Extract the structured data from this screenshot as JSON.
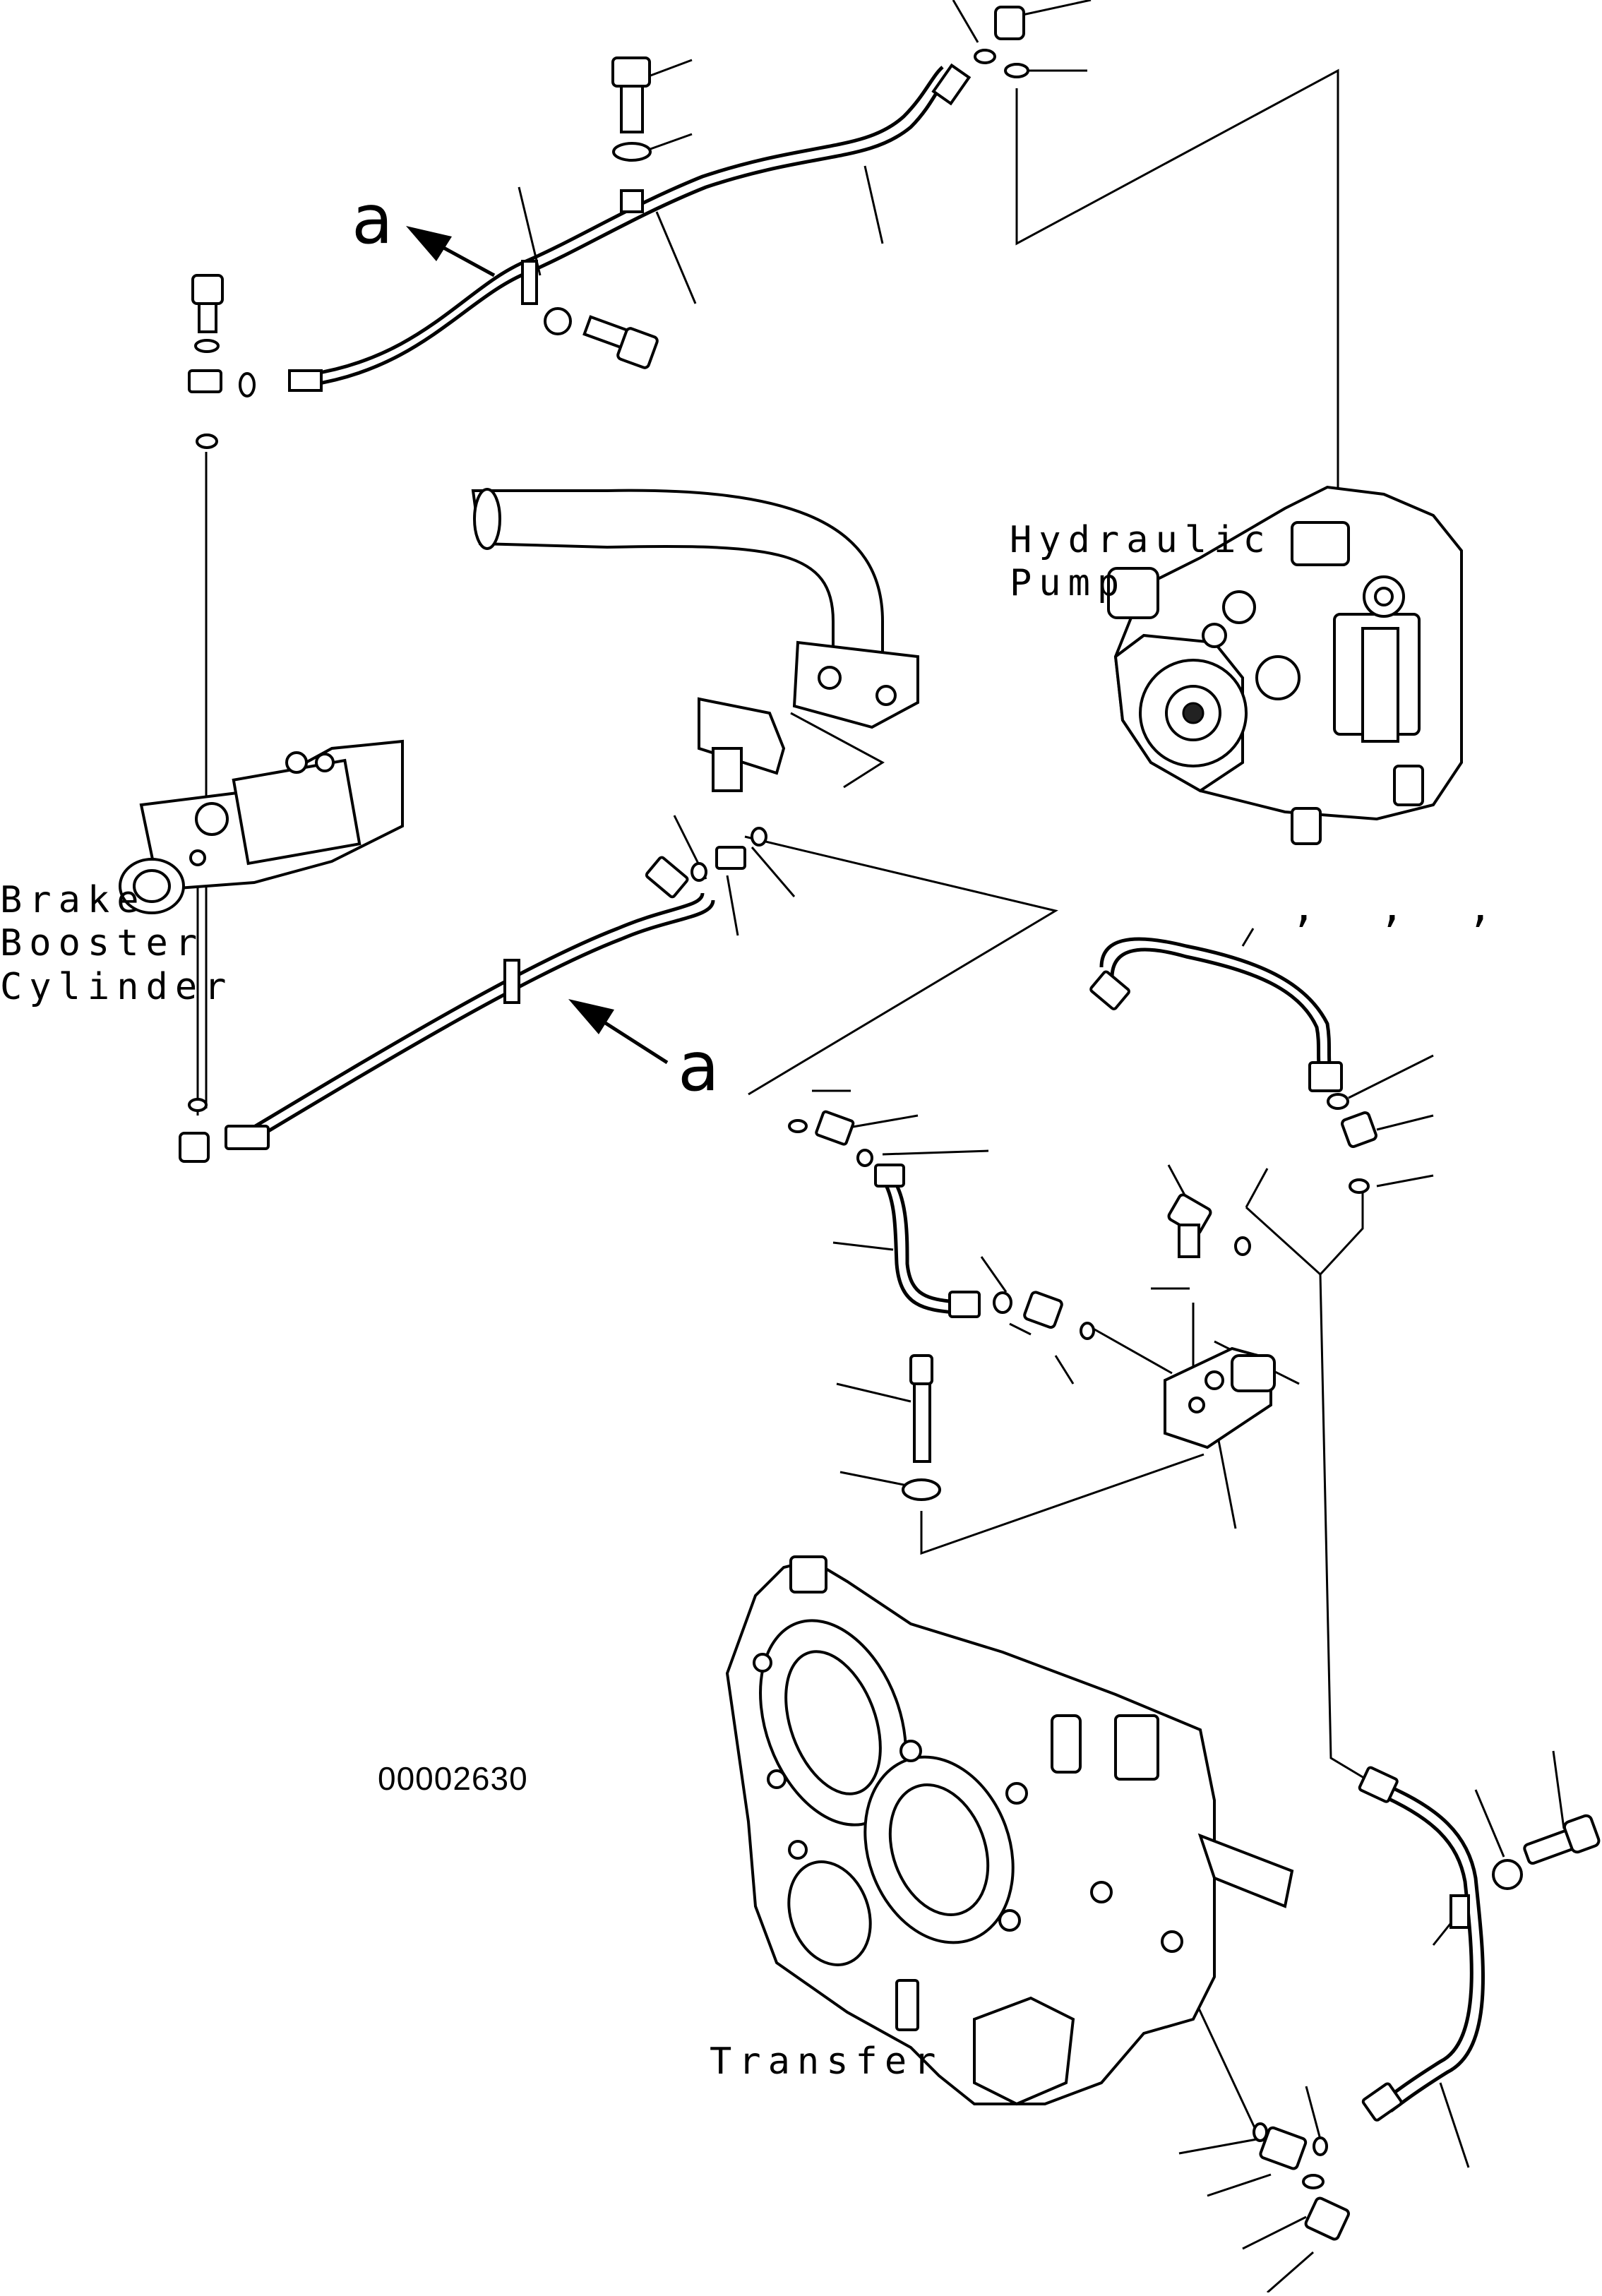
{
  "labels": {
    "hydraulic_pump": "Hydraulic\nPump",
    "brake_booster_cylinder": "Brake\nBooster\nCylinder",
    "transfer": "Transfer",
    "view_a_top": "a",
    "view_a_bottom": "a",
    "drawing_number": "00002630",
    "comma_marks": [
      ",",
      ",",
      ","
    ]
  }
}
